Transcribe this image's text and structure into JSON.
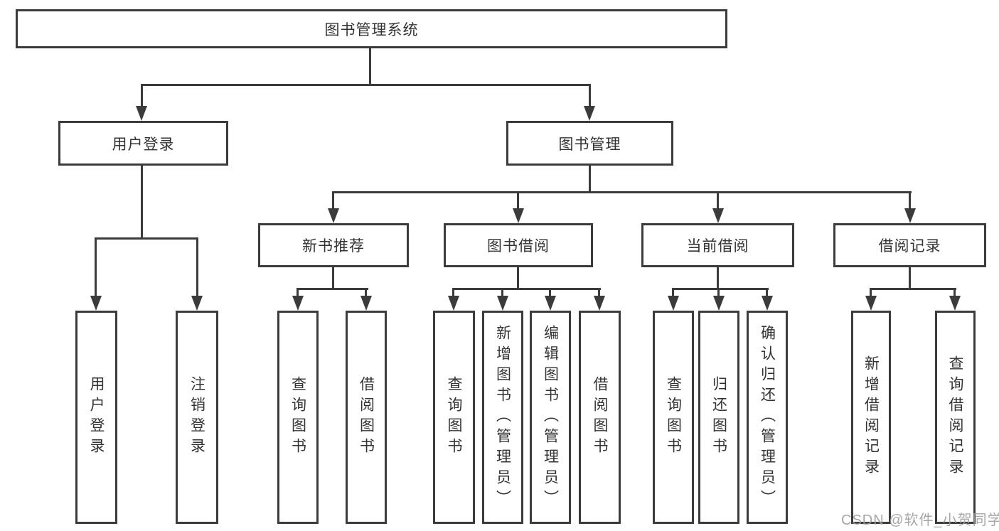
{
  "title": "图书管理系统",
  "watermark": "CSDN @软件_小贺同学",
  "colors": {
    "line": "#3b3b3b",
    "text": "#333333",
    "watermark": "#9e9e9e",
    "background": "#ffffff"
  },
  "tree": {
    "root": "图书管理系统",
    "branches": [
      {
        "label": "用户登录",
        "children": [
          "用户登录",
          "注销登录"
        ]
      },
      {
        "label": "图书管理",
        "sections": [
          {
            "label": "新书推荐",
            "children": [
              "查询图书",
              "借阅图书"
            ]
          },
          {
            "label": "图书借阅",
            "children": [
              "查询图书",
              "新增图书（管理员）",
              "编辑图书（管理员）",
              "借阅图书"
            ]
          },
          {
            "label": "当前借阅",
            "children": [
              "查询图书",
              "归还图书",
              "确认归还（管理员）"
            ]
          },
          {
            "label": "借阅记录",
            "children": [
              "新增借阅记录",
              "查询借阅记录"
            ]
          }
        ]
      }
    ]
  }
}
